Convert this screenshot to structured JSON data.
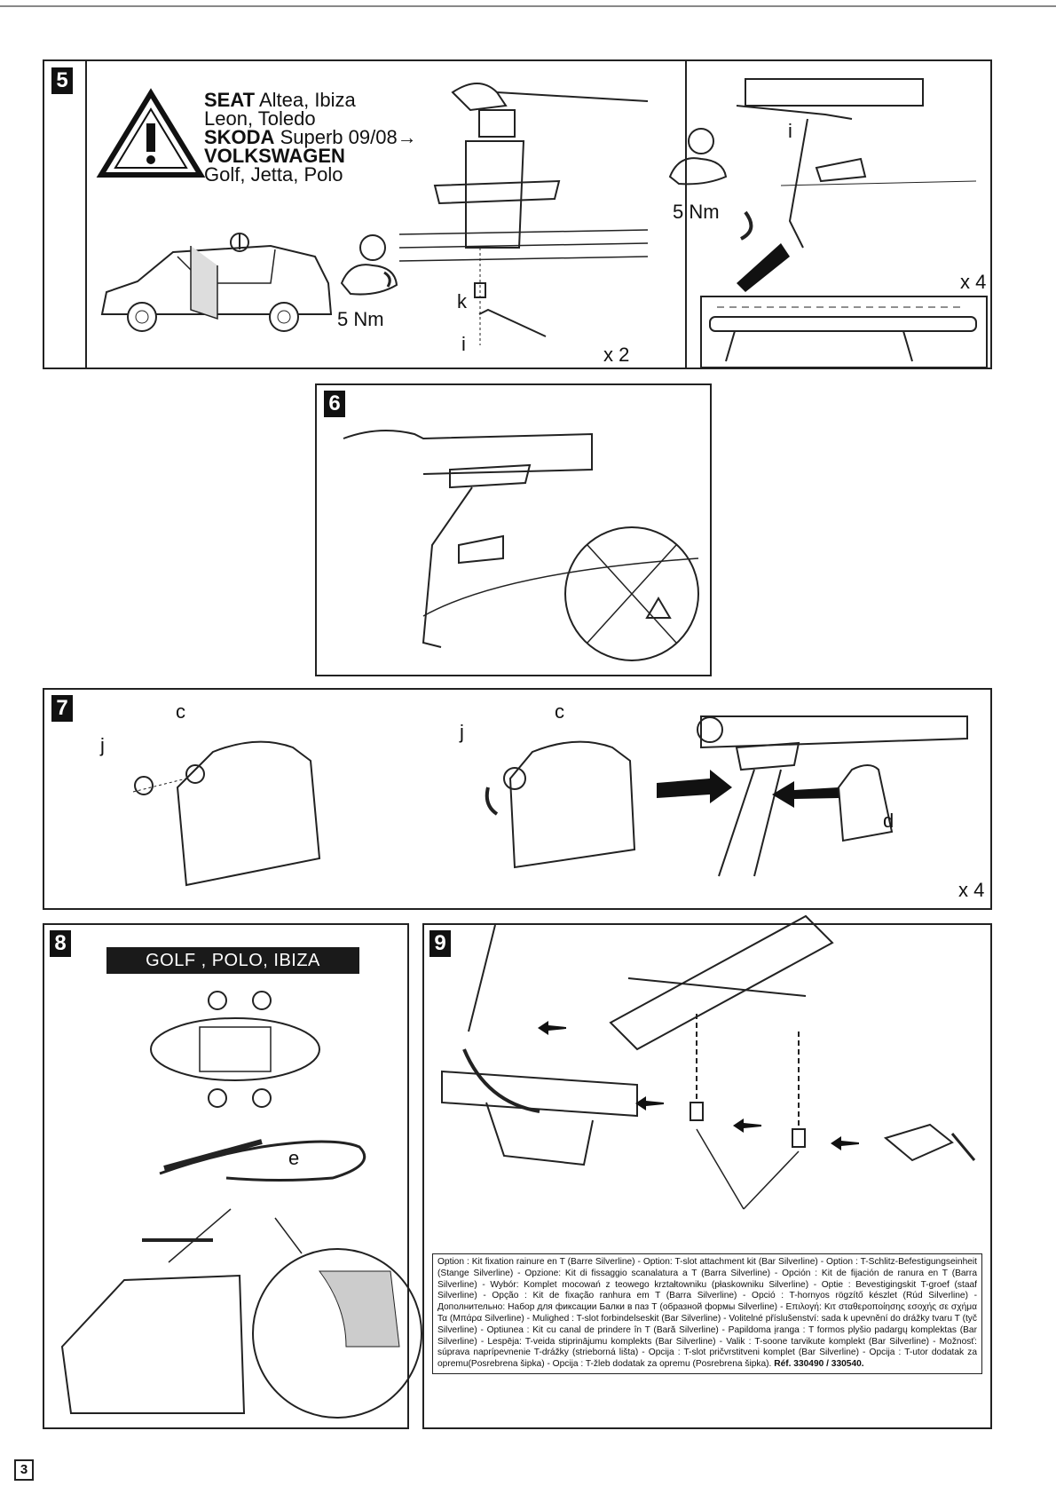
{
  "step5": {
    "number": "5",
    "brand1": "SEAT",
    "models1": "Altea, Ibiza",
    "models1b": "Leon, Toledo",
    "brand2": "SKODA",
    "models2": "Superb 09/08→",
    "brand3": "VOLKSWAGEN",
    "models3": "Golf, Jetta, Polo",
    "torque_left": "5 Nm",
    "torque_right": "5 Nm",
    "label_k": "k",
    "label_i_left": "i",
    "label_i_right": "i",
    "count_left": "x 2",
    "count_right": "x 4"
  },
  "step6": {
    "number": "6"
  },
  "step7": {
    "number": "7",
    "label_c_left": "c",
    "label_j_left": "j",
    "label_c_right": "c",
    "label_j_right": "j",
    "label_d": "d",
    "count": "x 4"
  },
  "step8": {
    "number": "8",
    "banner": "GOLF , POLO, IBIZA",
    "label_e": "e"
  },
  "step9": {
    "number": "9",
    "option_text": "Option : Kit fixation rainure en T (Barre Silverline) - Option: T-slot attachment kit (Bar Silverline) - Option : T-Schlitz-Befestigungsein­heit (Stange Silverline) - Opzione: Kit di fissaggio scanalatura a T (Barra Silverline) - Opción : Kit de fijación de ranura en T (Barra Silverline) - Wybór: Komplet mocowań z teowego krztałtowniku (płaskowniku Silverline) - Optie : Bevestigingskit T-groef (staaf Silverline) - Opção : Kit de fixação ranhura em T (Barra Silverline) - Opció : T-hornyos rögzítő készlet (Rúd Silverline) - Дополнительно: Набор для фиксации Балки в паз Т (образной формы Silverline) - Επιλογή: Κιτ σταθεροποίησης εσοχής σε σχήμα Τα (Μπάρα Silverline) - Mulighed : T-slot forbindelseskit (Bar Silverline) - Volitelné příslušenství: sada k upevnění do drážky tvaru T (tyč Silverline) - Optiunea : Kit cu canal de prindere în T (Bară Silverline) - Papildoma įranga : T formos plyšio padargų komplektas (Bar Silverline) - Lespēja: T-veida stiprinājumu komplekts (Bar Silverline) - Valik : T-soone tarvikute komplekt (Bar Silverline) - Možnosť: súprava naprípevnenie T-drážky (strieborná lišta) - Opcija : T-slot pričvrstitveni komplet (Bar Silverline) - Opcija : T-utor dodatak za opremu(Posrebrena šipka) - Opcija : T-žleb dodatak za opremu (Posrebrena šipka).",
    "ref": "Réf. 330490 / 330540."
  },
  "page_number": "3"
}
